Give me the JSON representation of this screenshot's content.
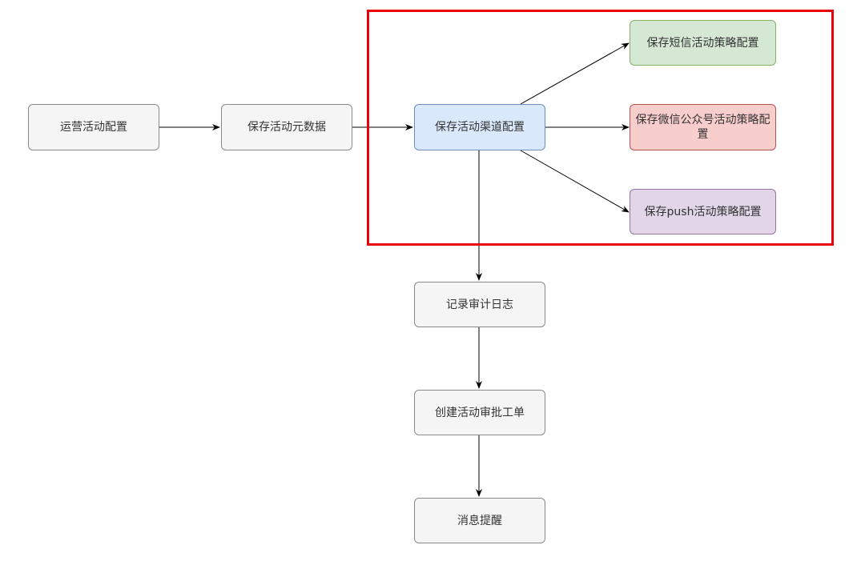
{
  "highlight_color": "#e8000b",
  "nodes": {
    "ops_config": {
      "label": "运营活动配置"
    },
    "save_meta": {
      "label": "保存活动元数据"
    },
    "save_channel": {
      "label": "保存活动渠道配置"
    },
    "sms_strategy": {
      "label": "保存短信活动策略配置"
    },
    "wechat_strategy": {
      "label": "保存微信公众号活动策略配置"
    },
    "push_strategy": {
      "label": "保存push活动策略配置"
    },
    "audit_log": {
      "label": "记录审计日志"
    },
    "approval_ticket": {
      "label": "创建活动审批工单"
    },
    "notify": {
      "label": "消息提醒"
    }
  },
  "edges": [
    {
      "from": "运营活动配置",
      "to": "保存活动元数据"
    },
    {
      "from": "保存活动元数据",
      "to": "保存活动渠道配置"
    },
    {
      "from": "保存活动渠道配置",
      "to": "保存短信活动策略配置"
    },
    {
      "from": "保存活动渠道配置",
      "to": "保存微信公众号活动策略配置"
    },
    {
      "from": "保存活动渠道配置",
      "to": "保存push活动策略配置"
    },
    {
      "from": "保存活动渠道配置",
      "to": "记录审计日志"
    },
    {
      "from": "记录审计日志",
      "to": "创建活动审批工单"
    },
    {
      "from": "创建活动审批工单",
      "to": "消息提醒"
    }
  ]
}
